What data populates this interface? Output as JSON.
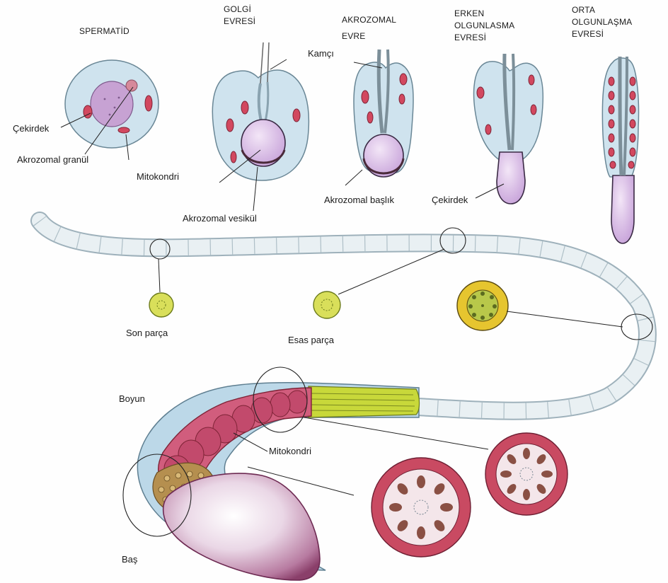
{
  "stages": {
    "spermatid": "SPERMATİD",
    "golgi": [
      "GOLGİ",
      "EVRESİ"
    ],
    "akrozomal": [
      "AKROZOMAL",
      "EVRE"
    ],
    "erken": [
      "ERKEN",
      "OLGUNLASMA",
      "EVRESİ"
    ],
    "orta": [
      "ORTA",
      "OLGUNLAŞMA",
      "EVRESİ"
    ]
  },
  "labels": {
    "cekirdek_1": "Çekirdek",
    "akrozomal_granul": "Akrozomal granül",
    "mitokondri_1": "Mitokondri",
    "akrozomal_vesikul": "Akrozomal vesikül",
    "kamci": "Kamçı",
    "akrozomal_baslik": "Akrozomal  başlık",
    "cekirdek_2": "Çekirdek",
    "son_parca": "Son parça",
    "esas_parca": "Esas parça",
    "boyun": "Boyun",
    "mitokondri_2": "Mitokondri",
    "bas": "Baş"
  },
  "colors": {
    "cytoplasm": "#cfe3ee",
    "nucleus": "#d9b6e4",
    "mitochondria": "#d2485f",
    "midpiece": "#c95a78",
    "principal": "#c8d83a",
    "tail": "#e7eef2",
    "cross_section_ring": "#c94a62"
  }
}
